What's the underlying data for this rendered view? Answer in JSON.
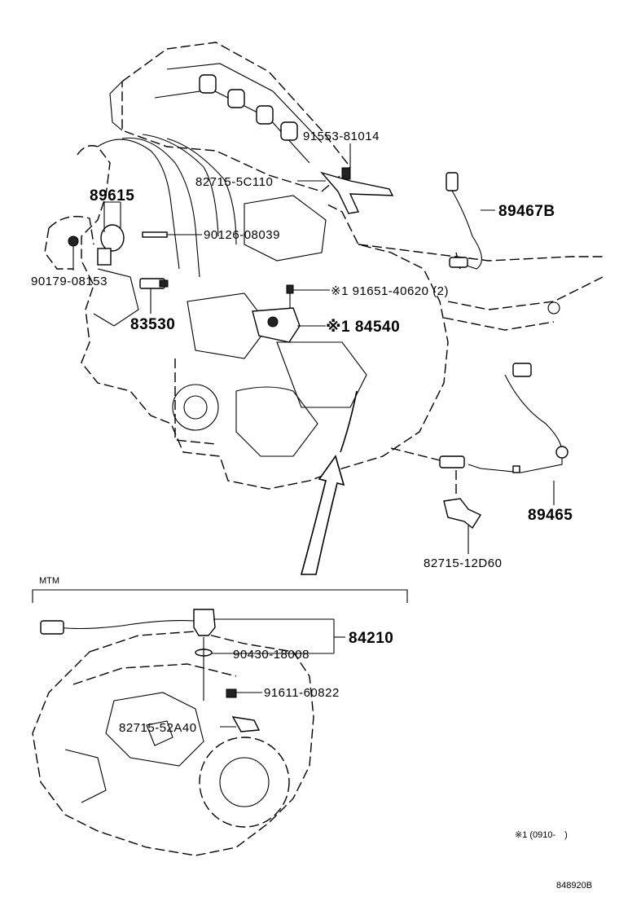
{
  "callouts": {
    "p91553": "91553-81014",
    "p82715_5c110": "82715-5C110",
    "p89615": "89615",
    "p89467b": "89467B",
    "p90126": "90126-08039",
    "p90179": "90179-08153",
    "p91651": "※1 91651-40620 (2)",
    "p83530": "83530",
    "p84540": "※1 84540",
    "p89465": "89465",
    "p82715_12d60": "82715-12D60",
    "p84210": "84210",
    "p90430": "90430-18008",
    "p91611": "91611-60822",
    "p82715_52a40": "82715-52A40"
  },
  "section_label": "MTM",
  "footnote": "※1 (0910-　)",
  "diagram_code": "848920B"
}
